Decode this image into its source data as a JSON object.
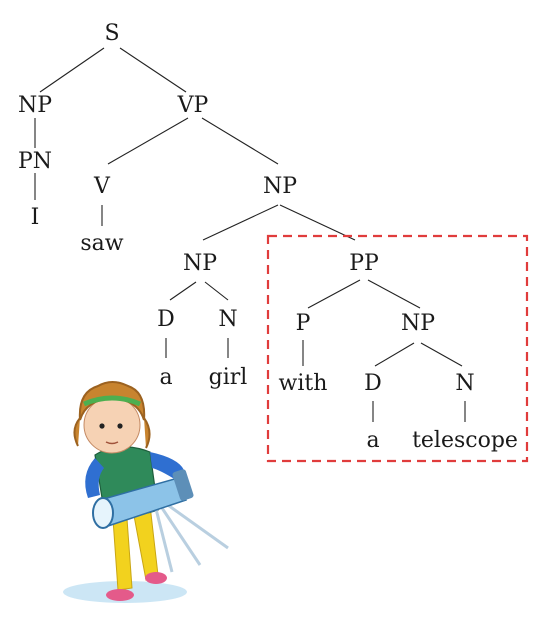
{
  "tree": {
    "root": "S",
    "np_subject": "NP",
    "pn": "PN",
    "pronoun": "I",
    "vp": "VP",
    "verb": "V",
    "verb_word": "saw",
    "np_object": "NP",
    "np_inner": "NP",
    "det1": "D",
    "det1_word": "a",
    "noun1": "N",
    "noun1_word": "girl",
    "pp": "PP",
    "prep": "P",
    "prep_word": "with",
    "np_pp": "NP",
    "det2": "D",
    "det2_word": "a",
    "noun2": "N",
    "noun2_word": "telescope"
  },
  "highlight": {
    "color": "#e03c3c"
  },
  "illustration": {
    "subject": "child-with-telescope"
  }
}
